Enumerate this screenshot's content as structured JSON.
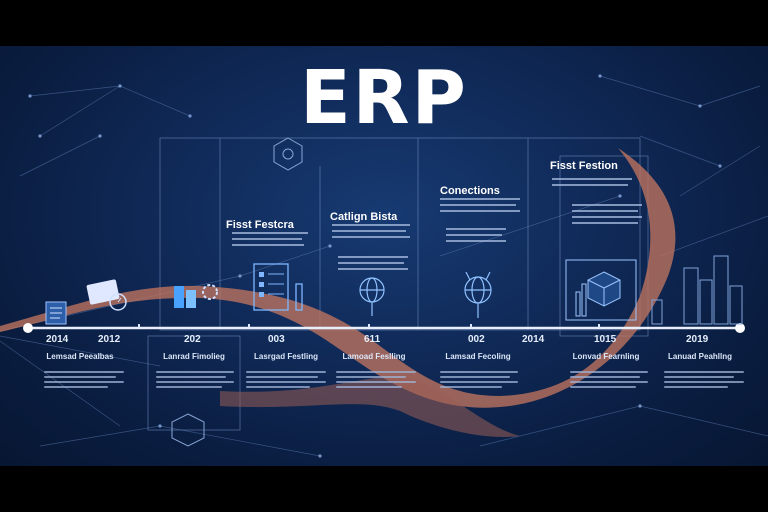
{
  "title": "ERP",
  "years": [
    "2014",
    "2012",
    "202",
    "003",
    "611",
    "002",
    "2014",
    "1015",
    "2019"
  ],
  "stage_captions": [
    "Fisst Festcra",
    "Catlign Bista",
    "Conections",
    "Fisst Festion"
  ],
  "lower_captions": [
    "Lemsad Peealbas",
    "Lanrad Fimolieg",
    "Lasrgad Festling",
    "Lamoad Feslling",
    "Lamsad Fecoling",
    "Lonvad Fearnling",
    "Lanuad Peahllng"
  ],
  "colors": {
    "background": "#0f2855",
    "accent_band": "#c0745f",
    "timeline": "#e8eefc",
    "text": "#ffffff"
  },
  "icons": [
    "document-icon",
    "server-icon",
    "gear-icon",
    "checklist-icon",
    "globe-icon",
    "network-icon",
    "cube-icon",
    "city-icon"
  ]
}
